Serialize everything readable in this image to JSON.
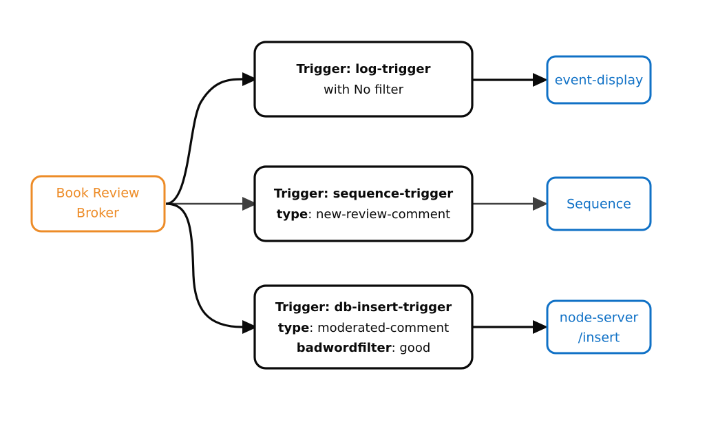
{
  "diagram": {
    "type": "flow-diagram",
    "background_color": "#ffffff",
    "colors": {
      "broker_accent": "#ED8C28",
      "service_accent": "#1071C6",
      "trigger_outline": "#0a0a0a",
      "edge_primary": "#0a0a0a",
      "edge_secondary": "#3f3f3f"
    },
    "broker": {
      "name": "book-review-broker",
      "line1": "Book Review",
      "line2": "Broker"
    },
    "triggers": [
      {
        "name": "log-trigger",
        "lines": [
          {
            "bold": "Trigger: log-trigger",
            "regular": ""
          },
          {
            "bold": "",
            "regular": "with No filter"
          }
        ]
      },
      {
        "name": "sequence-trigger",
        "lines": [
          {
            "bold": "Trigger: sequence-trigger",
            "regular": ""
          },
          {
            "bold": "type",
            "regular": ": new-review-comment"
          }
        ]
      },
      {
        "name": "db-insert-trigger",
        "lines": [
          {
            "bold": "Trigger: db-insert-trigger",
            "regular": ""
          },
          {
            "bold": "type",
            "regular": ": moderated-comment"
          },
          {
            "bold": "badwordfilter",
            "regular": ": good"
          }
        ]
      }
    ],
    "targets": [
      {
        "name": "event-display",
        "line1": "event-display",
        "line2": ""
      },
      {
        "name": "sequence",
        "line1": "Sequence",
        "line2": ""
      },
      {
        "name": "node-server-insert",
        "line1": "node-server",
        "line2": "/insert"
      }
    ]
  }
}
